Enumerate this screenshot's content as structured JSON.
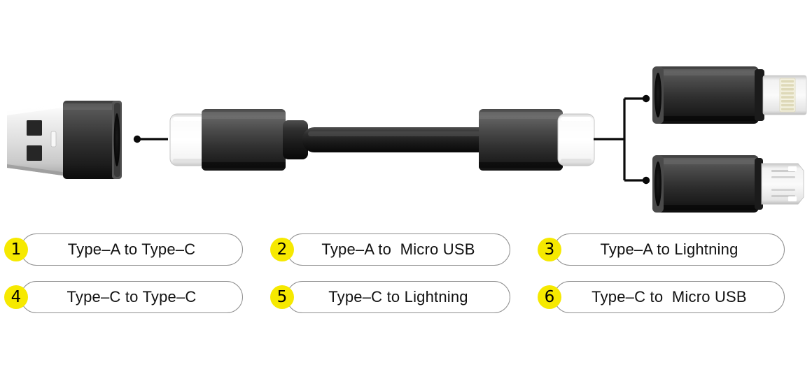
{
  "background_color": "#ffffff",
  "diagram": {
    "title_visible": false,
    "accent_badge_color": "#f6e900",
    "connector_body_color": "#2b2b2b",
    "metal_tip_color": "#e9e9e9",
    "lightning_pin_color": "#ded9b8",
    "left_adapter": {
      "name": "type-a-to-type-c-adapter",
      "male_end": "USB Type-A",
      "female_end": "USB Type-C"
    },
    "center_cable": {
      "name": "type-c-to-type-c-cable",
      "left_end": "USB Type-C male",
      "right_end": "USB Type-C male"
    },
    "right_adapters": [
      {
        "name": "type-c-to-lightning-adapter",
        "female_end": "USB Type-C",
        "male_end": "Lightning",
        "pin_count": 8
      },
      {
        "name": "type-c-to-micro-usb-adapter",
        "female_end": "USB Type-C",
        "male_end": "Micro USB"
      }
    ],
    "bracket": {
      "name": "branch-bracket",
      "branches": 2
    },
    "pointer": {
      "name": "left-pointer-line",
      "has_dot": true
    }
  },
  "legend": {
    "rows": [
      {
        "items": [
          {
            "number": "1",
            "label": "Type–A to Type–C"
          },
          {
            "number": "2",
            "label": "Type–A to  Micro USB"
          },
          {
            "number": "3",
            "label": "Type–A to Lightning"
          }
        ]
      },
      {
        "items": [
          {
            "number": "4",
            "label": "Type–C to Type–C"
          },
          {
            "number": "5",
            "label": "Type–C to Lightning"
          },
          {
            "number": "6",
            "label": "Type–C to  Micro USB"
          }
        ]
      }
    ]
  }
}
